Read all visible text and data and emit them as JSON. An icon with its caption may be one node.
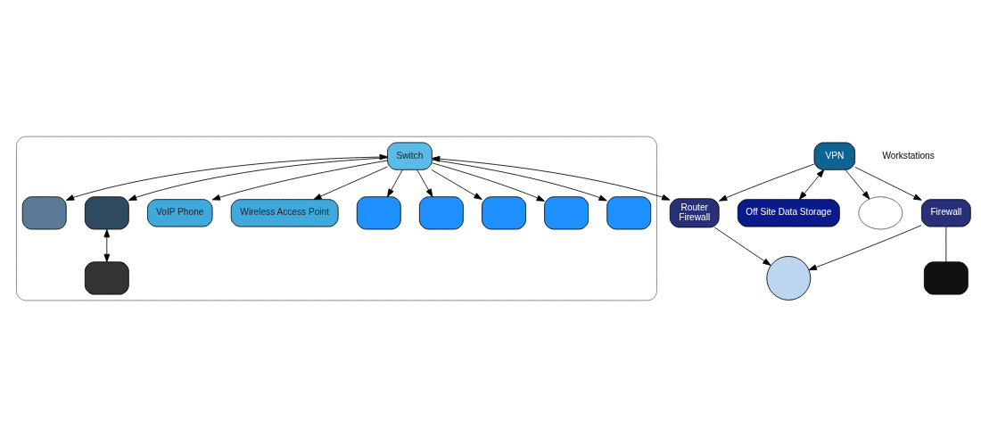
{
  "diagram": {
    "nodes": [
      {
        "text": [],
        "shape": "box"
      },
      {
        "text": [],
        "shape": "box",
        "in": 0
      },
      {
        "text": [],
        "shape": "box",
        "in": 0
      },
      {
        "text": [],
        "shape": "box",
        "in": 0
      },
      {
        "text": [
          "VoIP Phone"
        ],
        "in": 0
      },
      {
        "text": [
          "Switch"
        ],
        "in": 0
      },
      {
        "text": [
          "Wireless Access Point"
        ],
        "in": 0
      },
      {
        "text": [],
        "shape": "box",
        "in": 0
      },
      {
        "text": [],
        "shape": "box",
        "in": 0
      },
      {
        "text": [],
        "shape": "box",
        "in": 0
      },
      {
        "text": [],
        "shape": "box",
        "in": 0
      },
      {
        "text": [],
        "shape": "box",
        "in": 0
      },
      {
        "text": [
          "Router",
          "Firewall"
        ]
      },
      {
        "text": [
          "VPN"
        ]
      },
      {
        "text": [
          "Off Site Data Storage"
        ]
      },
      {
        "text": [],
        "shape": "cloud"
      },
      {
        "text": [
          "Firewall"
        ]
      },
      {
        "text": [],
        "shape": "circle"
      },
      {
        "text": [],
        "shape": "box"
      }
    ],
    "edges": [
      {
        "from": 5,
        "to": 1,
        "arrow": "both"
      },
      {
        "from": 5,
        "to": 2,
        "arrow": "to"
      },
      {
        "from": 2,
        "to": 3,
        "arrow": "both"
      },
      {
        "from": 5,
        "to": 4,
        "arrow": "to"
      },
      {
        "from": 5,
        "to": 12,
        "arrow": "both"
      },
      {
        "from": 5,
        "to": 6,
        "arrow": "to"
      },
      {
        "from": 5,
        "to": 7,
        "arrow": "to"
      },
      {
        "from": 5,
        "to": 8,
        "arrow": "to"
      },
      {
        "from": 5,
        "to": 9,
        "arrow": "to"
      },
      {
        "from": 5,
        "to": 10,
        "arrow": "to"
      },
      {
        "from": 5,
        "to": 11,
        "arrow": "to"
      },
      {
        "from": 13,
        "to": 12,
        "arrow": "to"
      },
      {
        "from": 13,
        "to": 14,
        "arrow": "both"
      },
      {
        "from": 13,
        "to": 15,
        "arrow": "to"
      },
      {
        "from": 13,
        "to": 16,
        "arrow": "to"
      },
      {
        "from": 12,
        "to": 17,
        "arrow": "to"
      },
      {
        "from": 16,
        "to": 17,
        "arrow": "to"
      },
      {
        "from": 16,
        "to": 18,
        "arrow": "none"
      }
    ],
    "labels": [
      "Workstations"
    ]
  }
}
